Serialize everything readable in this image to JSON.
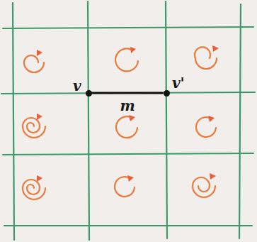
{
  "diagram": {
    "nodes": [
      {
        "text": [
          "v"
        ]
      },
      {
        "text": [
          "v'"
        ]
      }
    ],
    "edges": [
      {
        "from": 0,
        "to": 1,
        "arrow": "none",
        "label": "m"
      }
    ]
  }
}
